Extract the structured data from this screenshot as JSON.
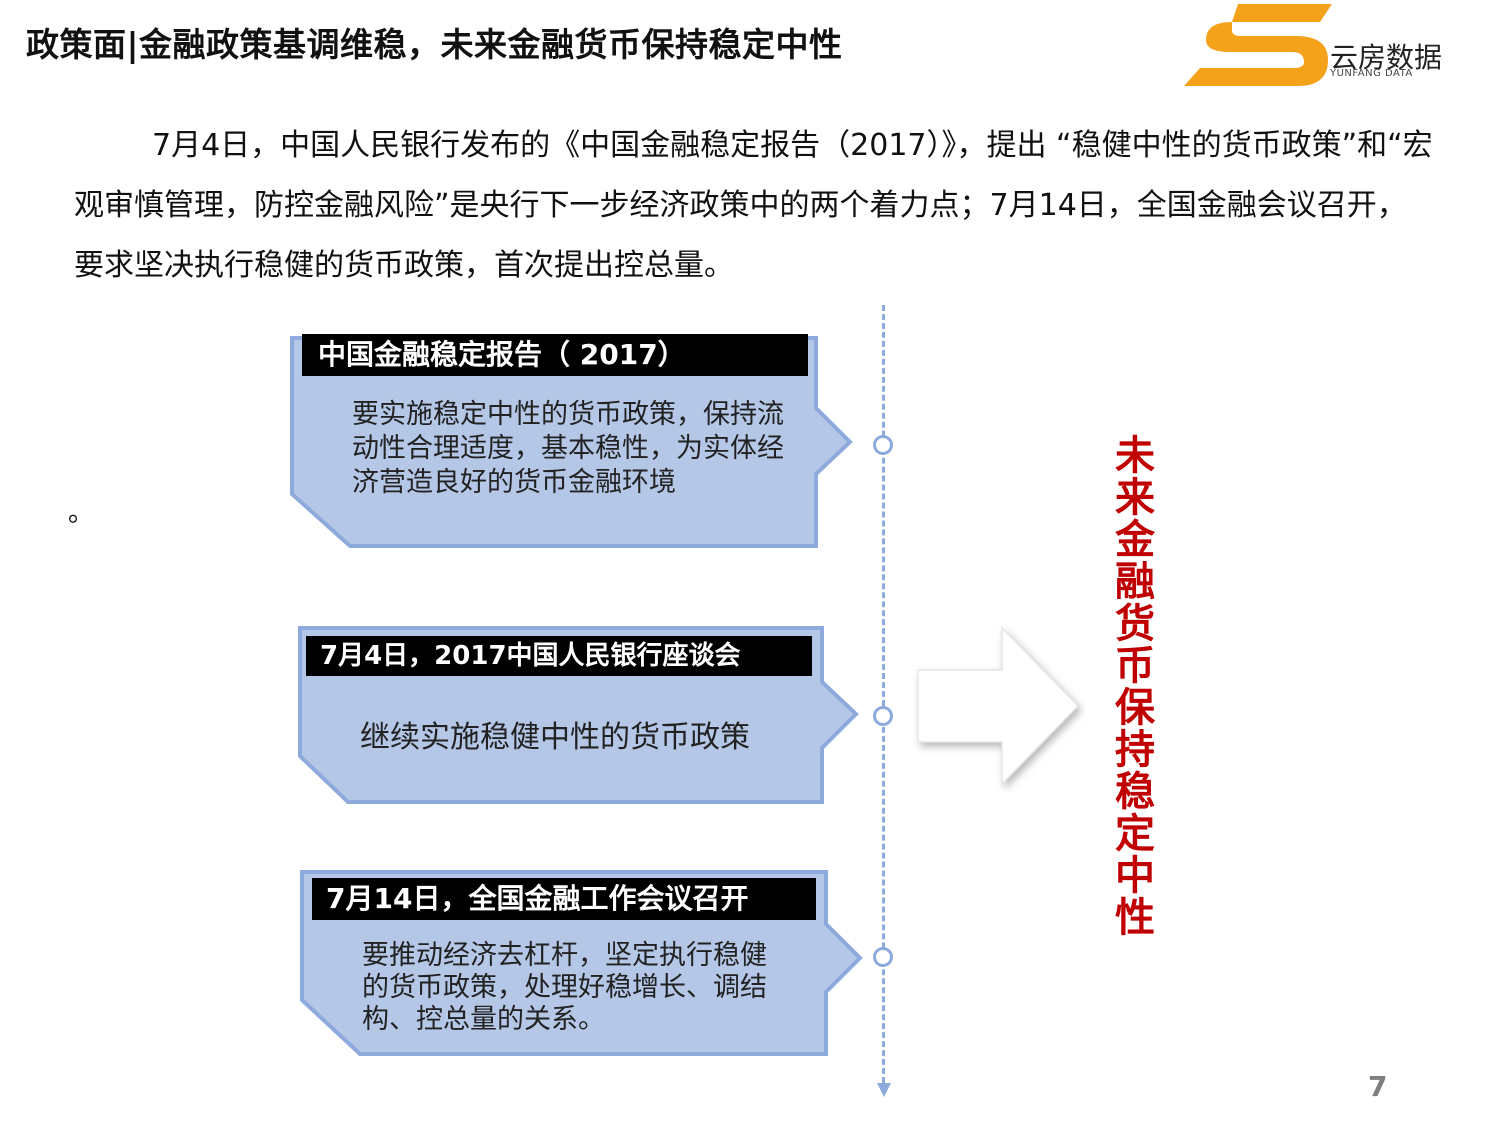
{
  "header": {
    "title": "政策面|金融政策基调维稳，未来金融货币保持稳定中性",
    "logo_cn": "云房数据",
    "logo_en": "YUNFANG DATA",
    "logo_color": "#f5a21b"
  },
  "intro": "7月4日，中国人民银行发布的《中国金融稳定报告（2017）》，提出 “稳健中性的货币政策”和“宏观审慎管理，防控金融风险”是央行下一步经济政策中的两个着力点；7月14日，全国金融会议召开，要求坚决执行稳健的货币政策，首次提出控总量。",
  "stray_mark": "。",
  "events": [
    {
      "title": "中国金融稳定报告（ 2017）",
      "body": "要实施稳定中性的货币政策，保持流动性合理适度，基本稳性，为实体经济营造良好的货币金融环境"
    },
    {
      "title": "7月4日，2017中国人民银行座谈会",
      "body": "继续实施稳健中性的货币政策"
    },
    {
      "title": "7月14日，全国金融工作会议召开",
      "body": "要推动经济去杠杆，坚定执行稳健的货币政策，处理好稳增长、调结构、控总量的关系。"
    }
  ],
  "conclusion": "未来金融货币保持稳定中性",
  "page_number": "7",
  "colors": {
    "callout_fill": "#b4c7e7",
    "callout_border": "#8eaadc",
    "conclusion": "#c00000"
  }
}
